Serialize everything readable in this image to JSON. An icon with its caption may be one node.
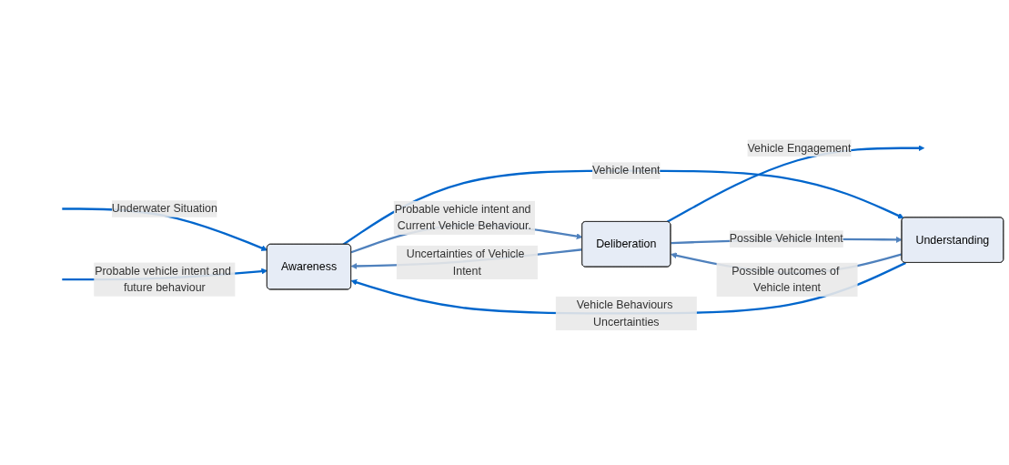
{
  "diagram": {
    "nodes": [
      {
        "text": [
          "Awareness"
        ]
      },
      {
        "text": [
          "Understanding"
        ]
      },
      {
        "text": [
          "Deliberation"
        ]
      }
    ],
    "edges": [
      {
        "from": null,
        "to": 0,
        "arrow": "to",
        "label": "Underwater Situation"
      },
      {
        "from": null,
        "to": 0,
        "arrow": "to",
        "label": "Probable vehicle intent and future behaviour"
      },
      {
        "from": 0,
        "to": 2,
        "arrow": "to",
        "label": "Probable vehicle intent and Current Vehicle Behaviour.",
        "color": "#4f81bd"
      },
      {
        "from": 0,
        "to": 1,
        "arrow": "to",
        "label": "Vehicle Intent"
      },
      {
        "from": 1,
        "to": 2,
        "arrow": "to",
        "label": "Possible outcomes of Vehicle intent",
        "color": "#4f81bd"
      },
      {
        "from": 2,
        "to": null,
        "arrow": "to",
        "label": "Vehicle Engagement"
      },
      {
        "from": 1,
        "to": 0,
        "arrow": "to",
        "label": "Vehicle Behaviours Uncertainties"
      },
      {
        "from": 2,
        "to": 1,
        "arrow": "to",
        "label": "Possible Vehicle Intent",
        "color": "#4f81bd"
      },
      {
        "from": 2,
        "to": 0,
        "arrow": "to",
        "label": "Uncertainties of Vehicle Intent",
        "color": "#4f81bd"
      }
    ]
  }
}
